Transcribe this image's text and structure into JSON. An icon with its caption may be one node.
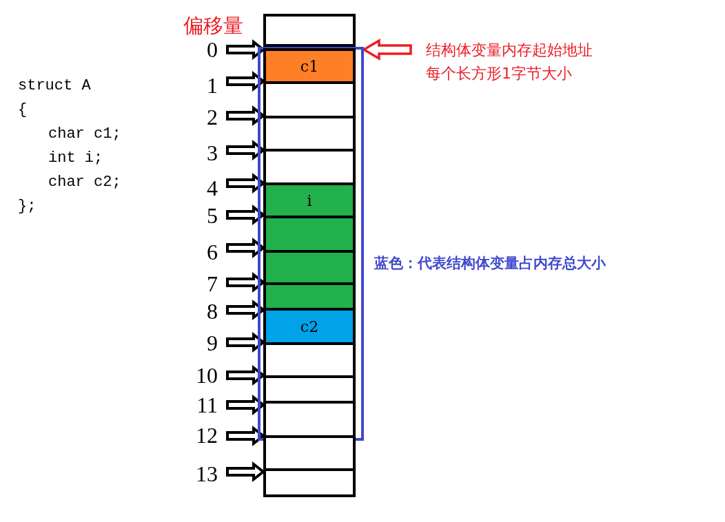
{
  "diagram": {
    "nodes": [
      {
        "text": [],
        "shape": "box"
      },
      {
        "text": [],
        "shape": "box",
        "beside": [
          "蓝色：代表结构体变量占内存总大小"
        ]
      },
      {
        "text": [
          "c1"
        ],
        "in": 1
      },
      {
        "text": [],
        "shape": "box",
        "in": 1
      },
      {
        "text": [],
        "shape": "box",
        "in": 1
      },
      {
        "text": [],
        "shape": "box",
        "in": 1
      },
      {
        "text": [
          "i"
        ],
        "in": 1
      },
      {
        "text": [],
        "shape": "box",
        "in": 1
      },
      {
        "text": [],
        "shape": "box",
        "in": 1
      },
      {
        "text": [],
        "shape": "box",
        "in": 1
      },
      {
        "text": [
          "c2"
        ],
        "in": 1
      },
      {
        "text": [],
        "shape": "box",
        "in": 1
      },
      {
        "text": [],
        "shape": "box",
        "in": 1
      },
      {
        "text": [],
        "shape": "box",
        "in": 1
      },
      {
        "text": [],
        "shape": "box"
      },
      {
        "text": [],
        "shape": "box"
      },
      {
        "text": [
          "0"
        ]
      },
      {
        "text": [
          "1"
        ]
      },
      {
        "text": [
          "2"
        ]
      },
      {
        "text": [
          "3"
        ]
      },
      {
        "text": [
          "4"
        ]
      },
      {
        "text": [
          "5"
        ]
      },
      {
        "text": [
          "6"
        ]
      },
      {
        "text": [
          "7"
        ]
      },
      {
        "text": [
          "8"
        ]
      },
      {
        "text": [
          "9"
        ]
      },
      {
        "text": [
          "10"
        ]
      },
      {
        "text": [
          "11"
        ]
      },
      {
        "text": [
          "12"
        ]
      },
      {
        "text": [
          "13"
        ]
      },
      {
        "text": [
          "结构体变量内存起始地址",
          "每个长方形1字节大小"
        ]
      }
    ],
    "edges": [
      {
        "from": 16,
        "to": 2,
        "arrow": "to"
      },
      {
        "from": 17,
        "to": 3,
        "arrow": "to"
      },
      {
        "from": 18,
        "to": 4,
        "arrow": "to"
      },
      {
        "from": 19,
        "to": 5,
        "arrow": "to"
      },
      {
        "from": 20,
        "to": 6,
        "arrow": "to"
      },
      {
        "from": 21,
        "to": 7,
        "arrow": "to"
      },
      {
        "from": 22,
        "to": 8,
        "arrow": "to"
      },
      {
        "from": 23,
        "to": 9,
        "arrow": "to"
      },
      {
        "from": 24,
        "to": 10,
        "arrow": "to"
      },
      {
        "from": 25,
        "to": 11,
        "arrow": "to"
      },
      {
        "from": 26,
        "to": 12,
        "arrow": "to"
      },
      {
        "from": 27,
        "to": 13,
        "arrow": "to"
      },
      {
        "from": 28,
        "to": 14,
        "arrow": "to"
      },
      {
        "from": 29,
        "to": 15,
        "arrow": "to"
      },
      {
        "from": 30,
        "to": 1,
        "arrow": "to",
        "color": "#ed1c24"
      }
    ],
    "labels": [
      "偏移量",
      "struct A",
      "{",
      "char c1;",
      "int i;",
      "char c2;",
      "};"
    ]
  }
}
